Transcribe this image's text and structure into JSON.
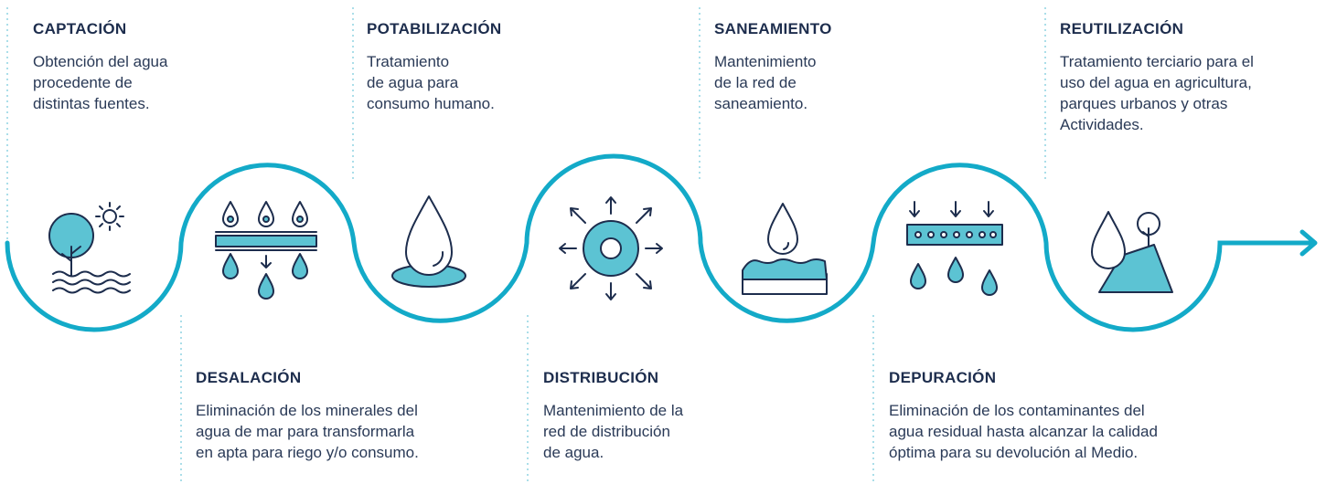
{
  "colors": {
    "accent": "#13aac8",
    "ink": "#1d2d4d",
    "dots": "#8fd3e2",
    "fill": "#5cc3d3"
  },
  "stages": {
    "captacion": {
      "title": "CAPTACIÓN",
      "desc": "Obtención del agua\nprocedente de\ndistintas fuentes.",
      "icon": "tree-sun-water-icon"
    },
    "desalacion": {
      "title": "DESALACIÓN",
      "desc": "Eliminación de los minerales del\nagua de mar para transformarla\nen apta para riego y/o consumo.",
      "icon": "filter-membrane-drops-icon"
    },
    "potabilizacion": {
      "title": "POTABILIZACIÓN",
      "desc": "Tratamiento\nde agua para\nconsumo humano.",
      "icon": "water-drop-icon"
    },
    "distribucion": {
      "title": "DISTRIBUCIÓN",
      "desc": "Mantenimiento de la\nred de distribución\nde agua.",
      "icon": "pipe-ring-arrows-icon"
    },
    "saneamiento": {
      "title": "SANEAMIENTO",
      "desc": "Mantenimiento\nde la red de\nsaneamiento.",
      "icon": "drop-over-channel-icon"
    },
    "depuracion": {
      "title": "DEPURACIÓN",
      "desc": "Eliminación de los contaminantes del\nagua residual hasta alcanzar la calidad\nóptima para su devolución al Medio.",
      "icon": "purification-filter-icon"
    },
    "reutilizacion": {
      "title": "REUTILIZACIÓN",
      "desc": "Tratamiento terciario para el\nuso del agua en agricultura,\nparques urbanos y otras\nActividades.",
      "icon": "drop-land-tree-icon"
    }
  }
}
